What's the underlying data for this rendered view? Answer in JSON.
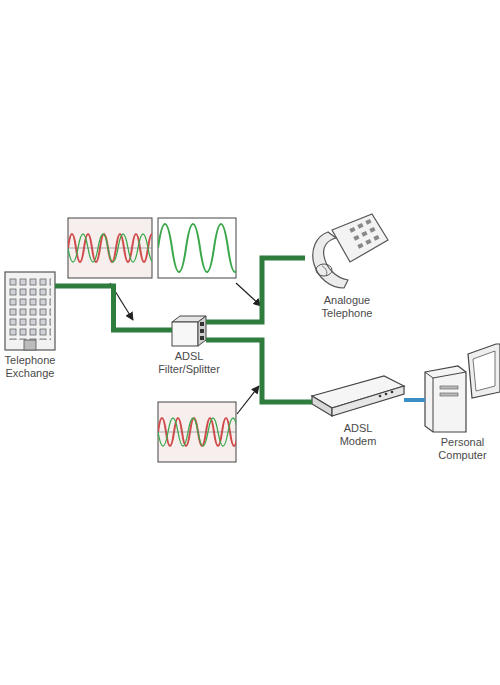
{
  "diagram": {
    "nodes": [
      {
        "text": [
          "Telephone Exchange"
        ]
      },
      {
        "text": [
          "ADSL Filter/Splitter"
        ]
      },
      {
        "text": [
          "Analogue Telephone"
        ]
      },
      {
        "text": [
          "ADSL Modem"
        ]
      },
      {
        "text": [
          "Personal Computer"
        ]
      }
    ],
    "edges": [
      {
        "from": 0,
        "to": 1,
        "arrow": "none"
      },
      {
        "from": 1,
        "to": 2,
        "arrow": "none"
      },
      {
        "from": 1,
        "to": 3,
        "arrow": "none"
      },
      {
        "from": 3,
        "to": 4,
        "arrow": "none"
      }
    ]
  }
}
